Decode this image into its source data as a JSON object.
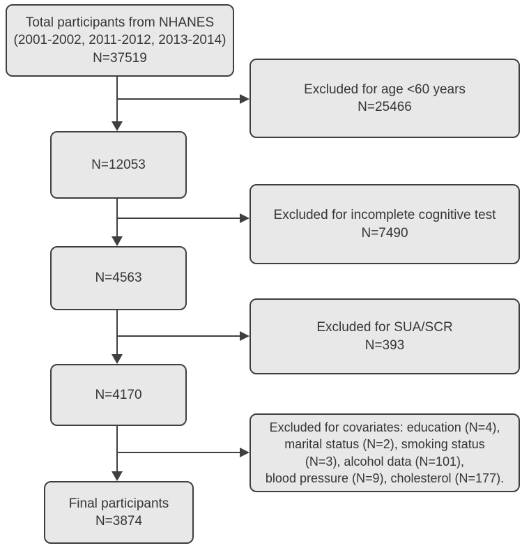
{
  "figure": {
    "background": "#ffffff",
    "box_fill": "#e8e8e8",
    "box_border": "#3f3f3f",
    "text_color": "#363636",
    "arrow_color": "#3f3f3f"
  },
  "flow": {
    "main": [
      {
        "label": "Total participants from NHANES\n(2001-2002, 2011-2012, 2013-2014)\nN=37519"
      },
      {
        "label": "N=12053"
      },
      {
        "label": "N=4563"
      },
      {
        "label": "N=4170"
      },
      {
        "label": "Final participants\nN=3874"
      }
    ],
    "exclusions": [
      {
        "label": "Excluded for age <60 years\nN=25466"
      },
      {
        "label": "Excluded for incomplete cognitive test\nN=7490"
      },
      {
        "label": "Excluded for SUA/SCR\nN=393"
      },
      {
        "label": "Excluded for covariates: education (N=4),\nmarital status (N=2), smoking status\n(N=3), alcohol data (N=101),\nblood pressure (N=9), cholesterol (N=177)."
      }
    ]
  }
}
